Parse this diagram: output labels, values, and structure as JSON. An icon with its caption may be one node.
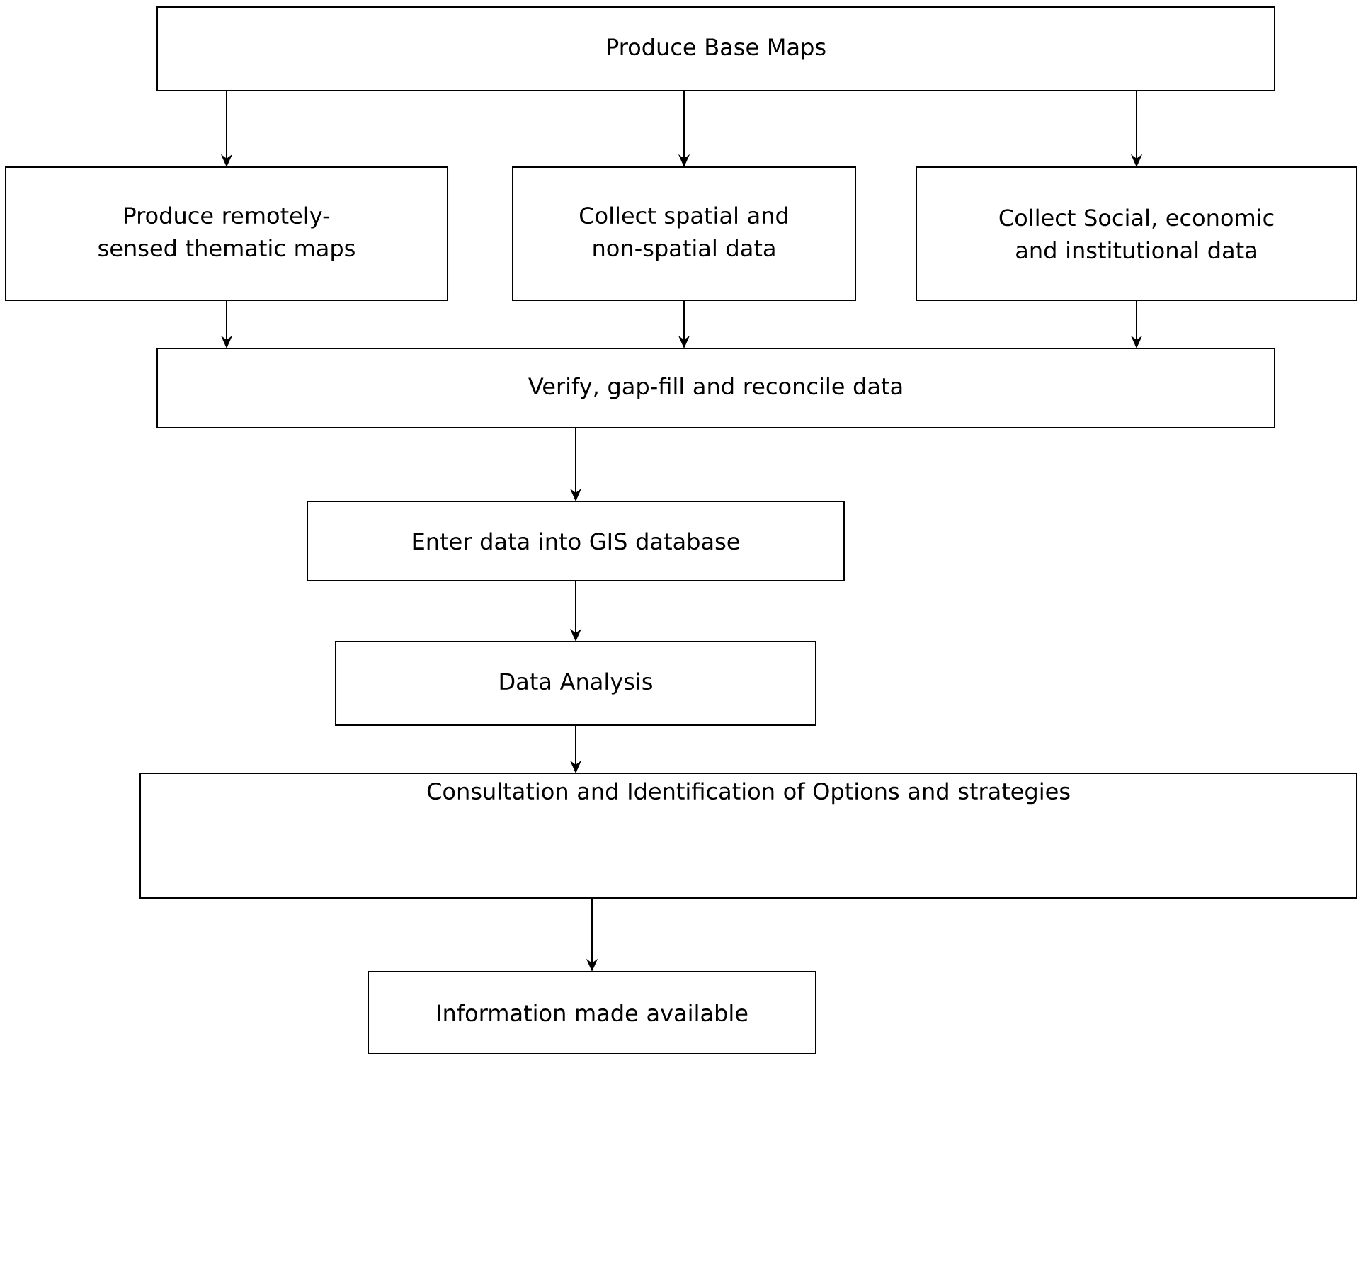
{
  "diagram": {
    "nodes": [
      {
        "text": [
          "Produce Base Maps"
        ]
      },
      {
        "text": [
          "Produce remotely-sensed thematic maps"
        ]
      },
      {
        "text": [
          "Collect spatial and non-spatial data"
        ]
      },
      {
        "text": [
          "Collect Social, economic and institutional data"
        ]
      },
      {
        "text": [
          "Verify, gap-fill and reconcile data"
        ]
      },
      {
        "text": [
          "Enter data into GIS database"
        ]
      },
      {
        "text": [
          "Data Analysis"
        ]
      },
      {
        "text": [
          "Consultation and Identification of Options and strategies"
        ]
      },
      {
        "text": [
          "Information made available"
        ]
      }
    ],
    "edges": [
      {
        "from": 0,
        "to": 1,
        "arrow": "to"
      },
      {
        "from": 0,
        "to": 2,
        "arrow": "to"
      },
      {
        "from": 0,
        "to": 3,
        "arrow": "to"
      },
      {
        "from": 1,
        "to": 4,
        "arrow": "to"
      },
      {
        "from": 2,
        "to": 4,
        "arrow": "to"
      },
      {
        "from": 3,
        "to": 4,
        "arrow": "to"
      },
      {
        "from": 4,
        "to": 5,
        "arrow": "to"
      },
      {
        "from": 5,
        "to": 6,
        "arrow": "to"
      },
      {
        "from": 6,
        "to": 7,
        "arrow": "to"
      },
      {
        "from": 7,
        "to": 8,
        "arrow": "to"
      }
    ]
  }
}
